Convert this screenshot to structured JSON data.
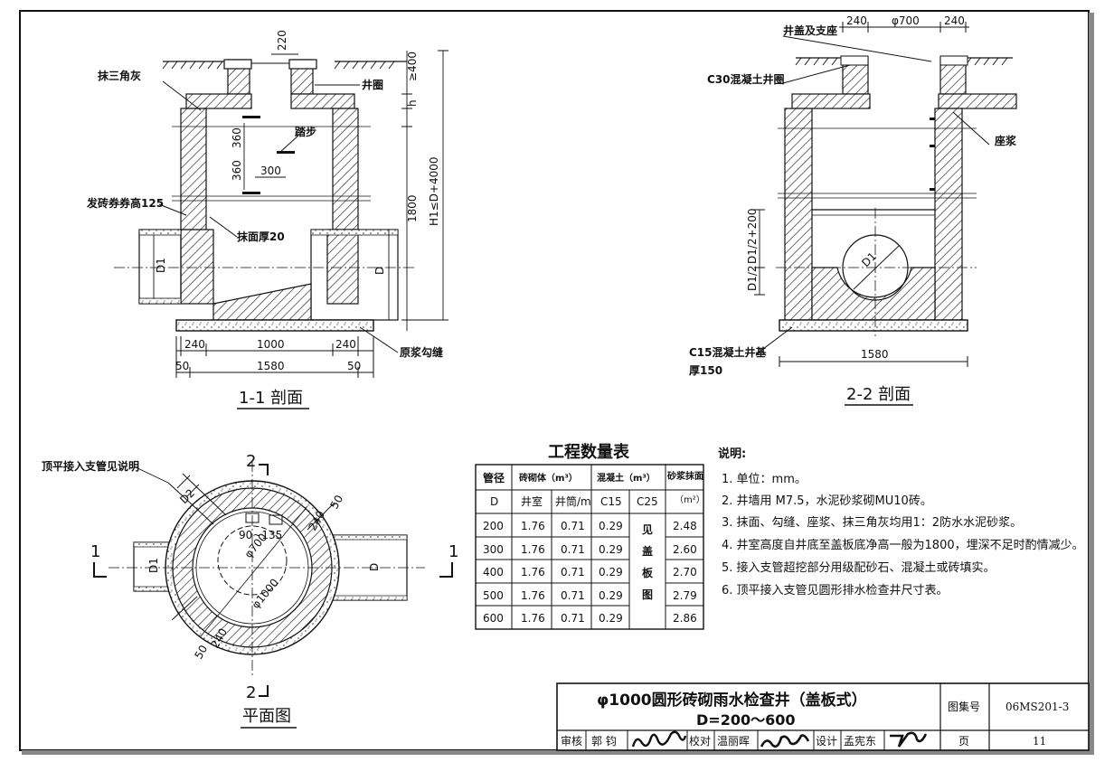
{
  "section11": {
    "title": "1-1 剖面",
    "labels": {
      "sanjiao": "抹三角灰",
      "jingquan": "井圈",
      "tabu": "踏步",
      "faquan": "发砖券券高125",
      "mianhou": "抹面厚20",
      "yuanjiang": "原浆勾缝"
    },
    "dims": {
      "d220": "220",
      "d400": "≥400",
      "h": "h",
      "d360a": "360",
      "d360b": "360",
      "d300": "300",
      "d1800": "1800",
      "h1": "H1≤D+4000",
      "d1": "D1",
      "dd": "D",
      "w240a": "240",
      "w1000": "1000",
      "w240b": "240",
      "w50a": "50",
      "w1580": "1580",
      "w50b": "50"
    }
  },
  "section22": {
    "title": "2-2 剖面",
    "labels": {
      "jinggai": "井盖及支座",
      "c30": "C30混凝土井圈",
      "zuojiang": "座浆",
      "c15": "C15混凝土井基",
      "hou150": "厚150"
    },
    "dims": {
      "t240a": "240",
      "t700": "φ700",
      "t240b": "240",
      "half": "D1/2",
      "halfplus": "D1/2+200",
      "d1": "D1",
      "w1580": "1580"
    }
  },
  "plan": {
    "title": "平面图",
    "note": "顶平接入支管见说明",
    "marks": {
      "top2": "2",
      "bot2": "2",
      "left1": "1",
      "right1": "1"
    },
    "dims": {
      "d2": "D2",
      "d50a": "50",
      "d240a": "240",
      "ang": "90~135",
      "p700": "φ700",
      "p1000": "φ1000",
      "d240b": "240",
      "d50b": "50",
      "d1": "D1",
      "dd": "D"
    }
  },
  "table": {
    "title": "工程数量表",
    "h_pipe": "管径",
    "h_pipe2": "D",
    "h_brick": "砖砌体（m³）",
    "h_concrete": "混凝土（m³）",
    "h_mortar": "砂浆抹面",
    "h_mortar2": "（m²）",
    "h_well": "井室",
    "h_neck": "井筒/m",
    "h_c15": "C15",
    "h_c25": "C25",
    "c25_note": [
      "见",
      "盖",
      "板",
      "图"
    ],
    "rows": [
      {
        "d": "200",
        "well": "1.76",
        "neck": "0.71",
        "c15": "0.29",
        "mortar": "2.48"
      },
      {
        "d": "300",
        "well": "1.76",
        "neck": "0.71",
        "c15": "0.29",
        "mortar": "2.60"
      },
      {
        "d": "400",
        "well": "1.76",
        "neck": "0.71",
        "c15": "0.29",
        "mortar": "2.70"
      },
      {
        "d": "500",
        "well": "1.76",
        "neck": "0.71",
        "c15": "0.29",
        "mortar": "2.79"
      },
      {
        "d": "600",
        "well": "1.76",
        "neck": "0.71",
        "c15": "0.29",
        "mortar": "2.86"
      }
    ]
  },
  "notes": {
    "heading": "说明:",
    "items": [
      "1. 单位：mm。",
      "2. 井墙用 M7.5，水泥砂浆砌MU10砖。",
      "3. 抹面、勾缝、座浆、抹三角灰均用1：2防水水泥砂浆。",
      "4. 井室高度自井底至盖板底净高一般为1800，埋深不足时酌情减少。",
      "5. 接入支管超挖部分用级配砂石、混凝土或砖填实。",
      "6. 顶平接入支管见圆形排水检查井尺寸表。"
    ]
  },
  "titleblock": {
    "title1": "φ1000圆形砖砌雨水检查井（盖板式）",
    "title2": "D=200～600",
    "atlas_label": "图集号",
    "atlas_no": "06MS201-3",
    "page_label": "页",
    "page_no": "11",
    "review_label": "审核",
    "review_name": "郭 钧",
    "check_label": "校对",
    "check_name": "温丽晖",
    "design_label": "设计",
    "design_name": "孟宪东"
  }
}
